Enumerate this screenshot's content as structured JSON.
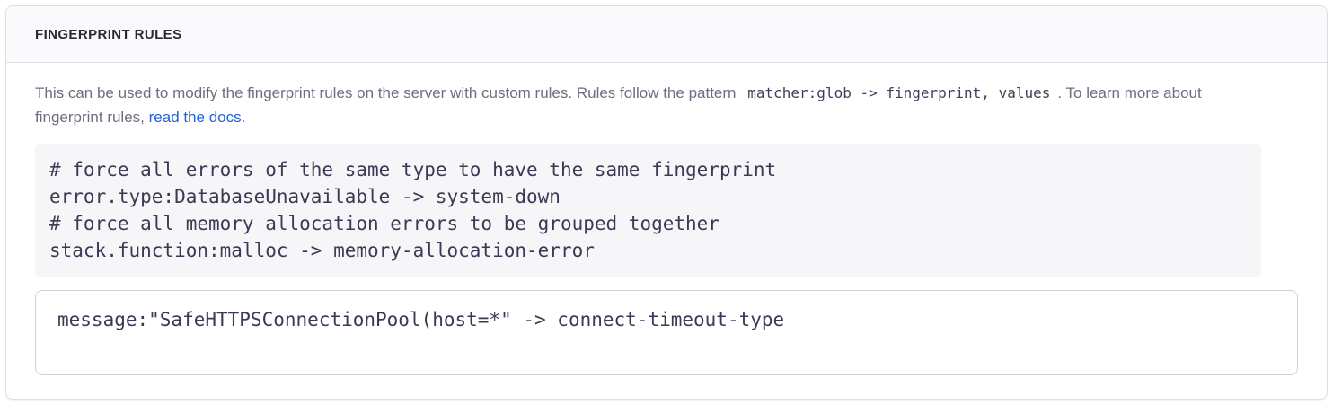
{
  "panel": {
    "title": "FINGERPRINT RULES",
    "description": {
      "text_before_code": "This can be used to modify the fingerprint rules on the server with custom rules. Rules follow the pattern",
      "inline_code": "matcher:glob -> fingerprint, values",
      "text_after_code": ". To learn more about fingerprint rules,",
      "link_text": "read the docs."
    },
    "example_code": "# force all errors of the same type to have the same fingerprint\nerror.type:DatabaseUnavailable -> system-down\n# force all memory allocation errors to be grouped together\nstack.function:malloc -> memory-allocation-error",
    "rules_input": {
      "value": "message:\"SafeHTTPSConnectionPool(host=*\" -> connect-timeout-type"
    }
  },
  "colors": {
    "header_background": "#faf9fb",
    "panel_border": "#e0dbe5",
    "title_text": "#2f2936",
    "body_text": "#746b81",
    "code_text": "#3e3854",
    "code_block_background": "#f6f5f8",
    "link_blue": "#2562d4",
    "textarea_border": "#d5cedd"
  }
}
